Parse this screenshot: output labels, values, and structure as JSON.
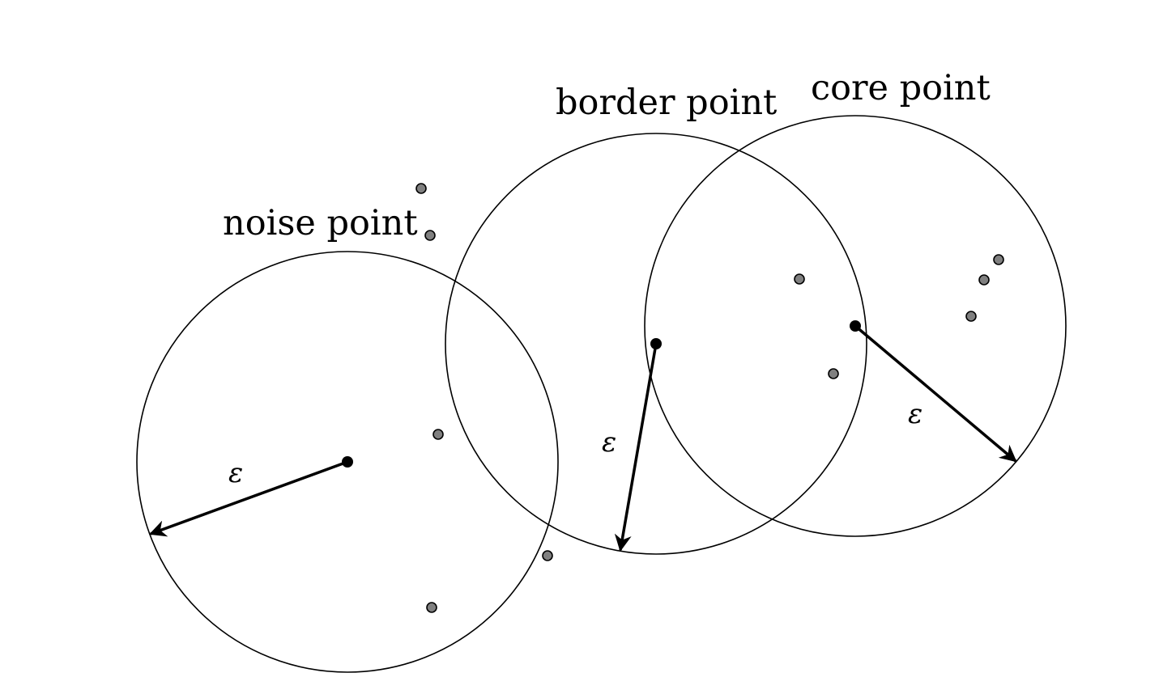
{
  "labels": {
    "noise": "noise point",
    "border": "border point",
    "core": "core point"
  },
  "epsilon_symbol": "ε",
  "colors": {
    "stroke": "#000000",
    "point_fill": "#808080",
    "background": "#ffffff"
  }
}
